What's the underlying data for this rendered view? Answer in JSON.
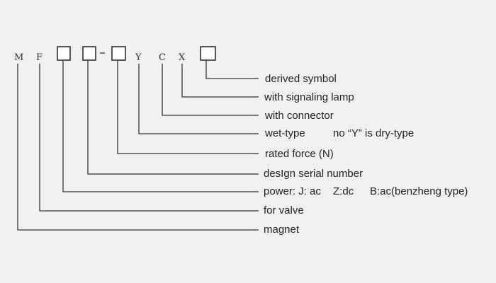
{
  "code_letters": {
    "m": "M",
    "f": "F",
    "y": "Y",
    "c": "C",
    "x": "X"
  },
  "labels": [
    "derived symbol",
    "with signaling lamp",
    "with connector",
    "wet-type",
    "no “Y” is dry-type",
    "rated force (N)",
    "desIgn serial number",
    "power: J: ac",
    "Z:dc",
    "B:ac(benzheng type)",
    "for valve",
    "magnet"
  ],
  "colors": {
    "background": "#f1f1f1",
    "line": "#333333"
  }
}
